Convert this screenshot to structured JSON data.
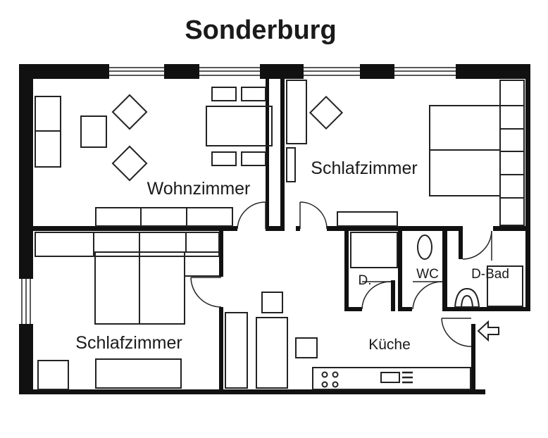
{
  "title": "Sonderburg",
  "rooms": {
    "living": "Wohnzimmer",
    "bedroom_right": "Schlafzimmer",
    "bedroom_left": "Schlafzimmer",
    "kitchen": "Küche",
    "storage": "D.",
    "wc": "WC",
    "shower_bath": "D-Bad"
  },
  "colors": {
    "wall": "#111111",
    "line": "#222222",
    "background": "#ffffff"
  },
  "icons": {
    "entrance": "arrow-right-icon"
  }
}
